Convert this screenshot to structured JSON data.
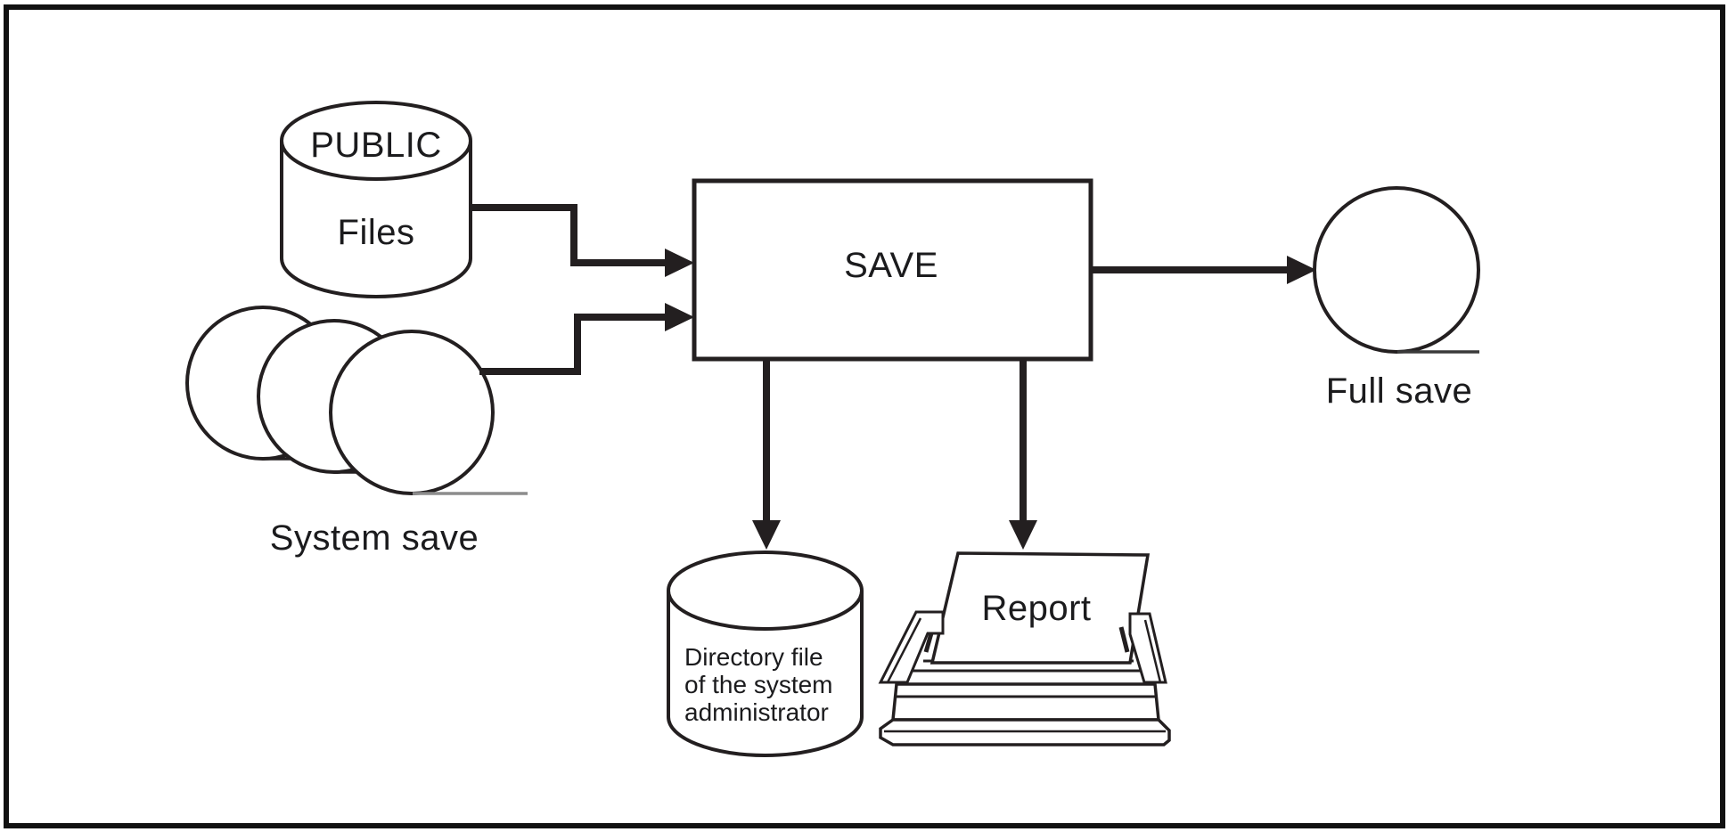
{
  "nodes": {
    "public_files": {
      "title": "PUBLIC",
      "subtitle": "Files"
    },
    "system_save": {
      "label": "System save"
    },
    "save": {
      "label": "SAVE"
    },
    "full_save": {
      "label": "Full save"
    },
    "directory": {
      "lines": [
        "Directory file",
        "of the system",
        "administrator"
      ]
    },
    "report": {
      "label": "Report"
    }
  },
  "colors": {
    "line": "#231f20",
    "text": "#1b1b1d",
    "tangent_gray": "#8c8c8c",
    "background": "#ffffff"
  }
}
